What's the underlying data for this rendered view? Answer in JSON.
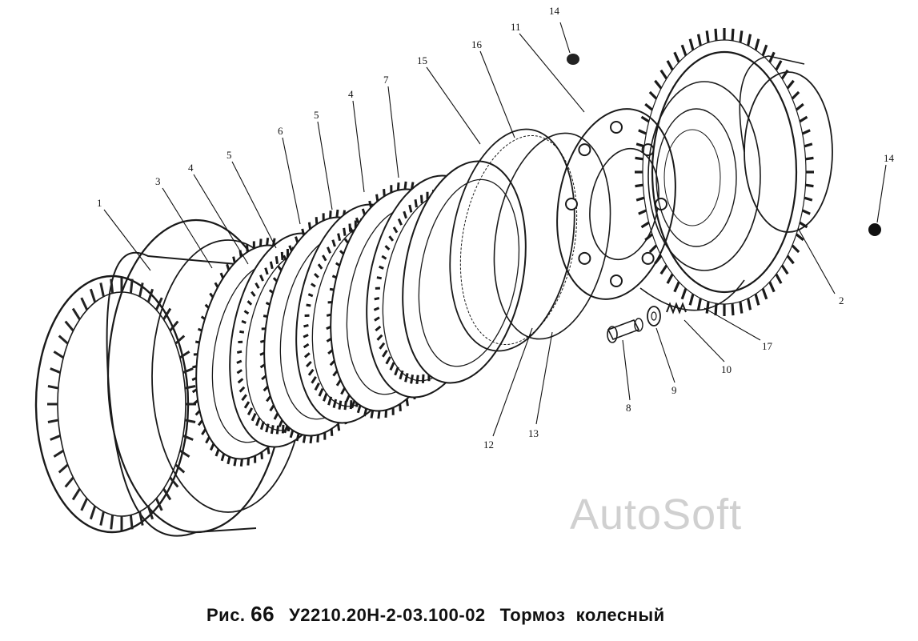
{
  "figure": {
    "fig_label": "Рис.",
    "fig_number": "66",
    "code": "У2210.20Н-2-03.100-02",
    "title": "Тормоз  колесный"
  },
  "watermark": "AutoSoft",
  "callouts": [
    "1",
    "3",
    "4",
    "5",
    "6",
    "5",
    "4",
    "7",
    "15",
    "16",
    "11",
    "14",
    "14",
    "2",
    "17",
    "10",
    "9",
    "8",
    "13",
    "12"
  ]
}
